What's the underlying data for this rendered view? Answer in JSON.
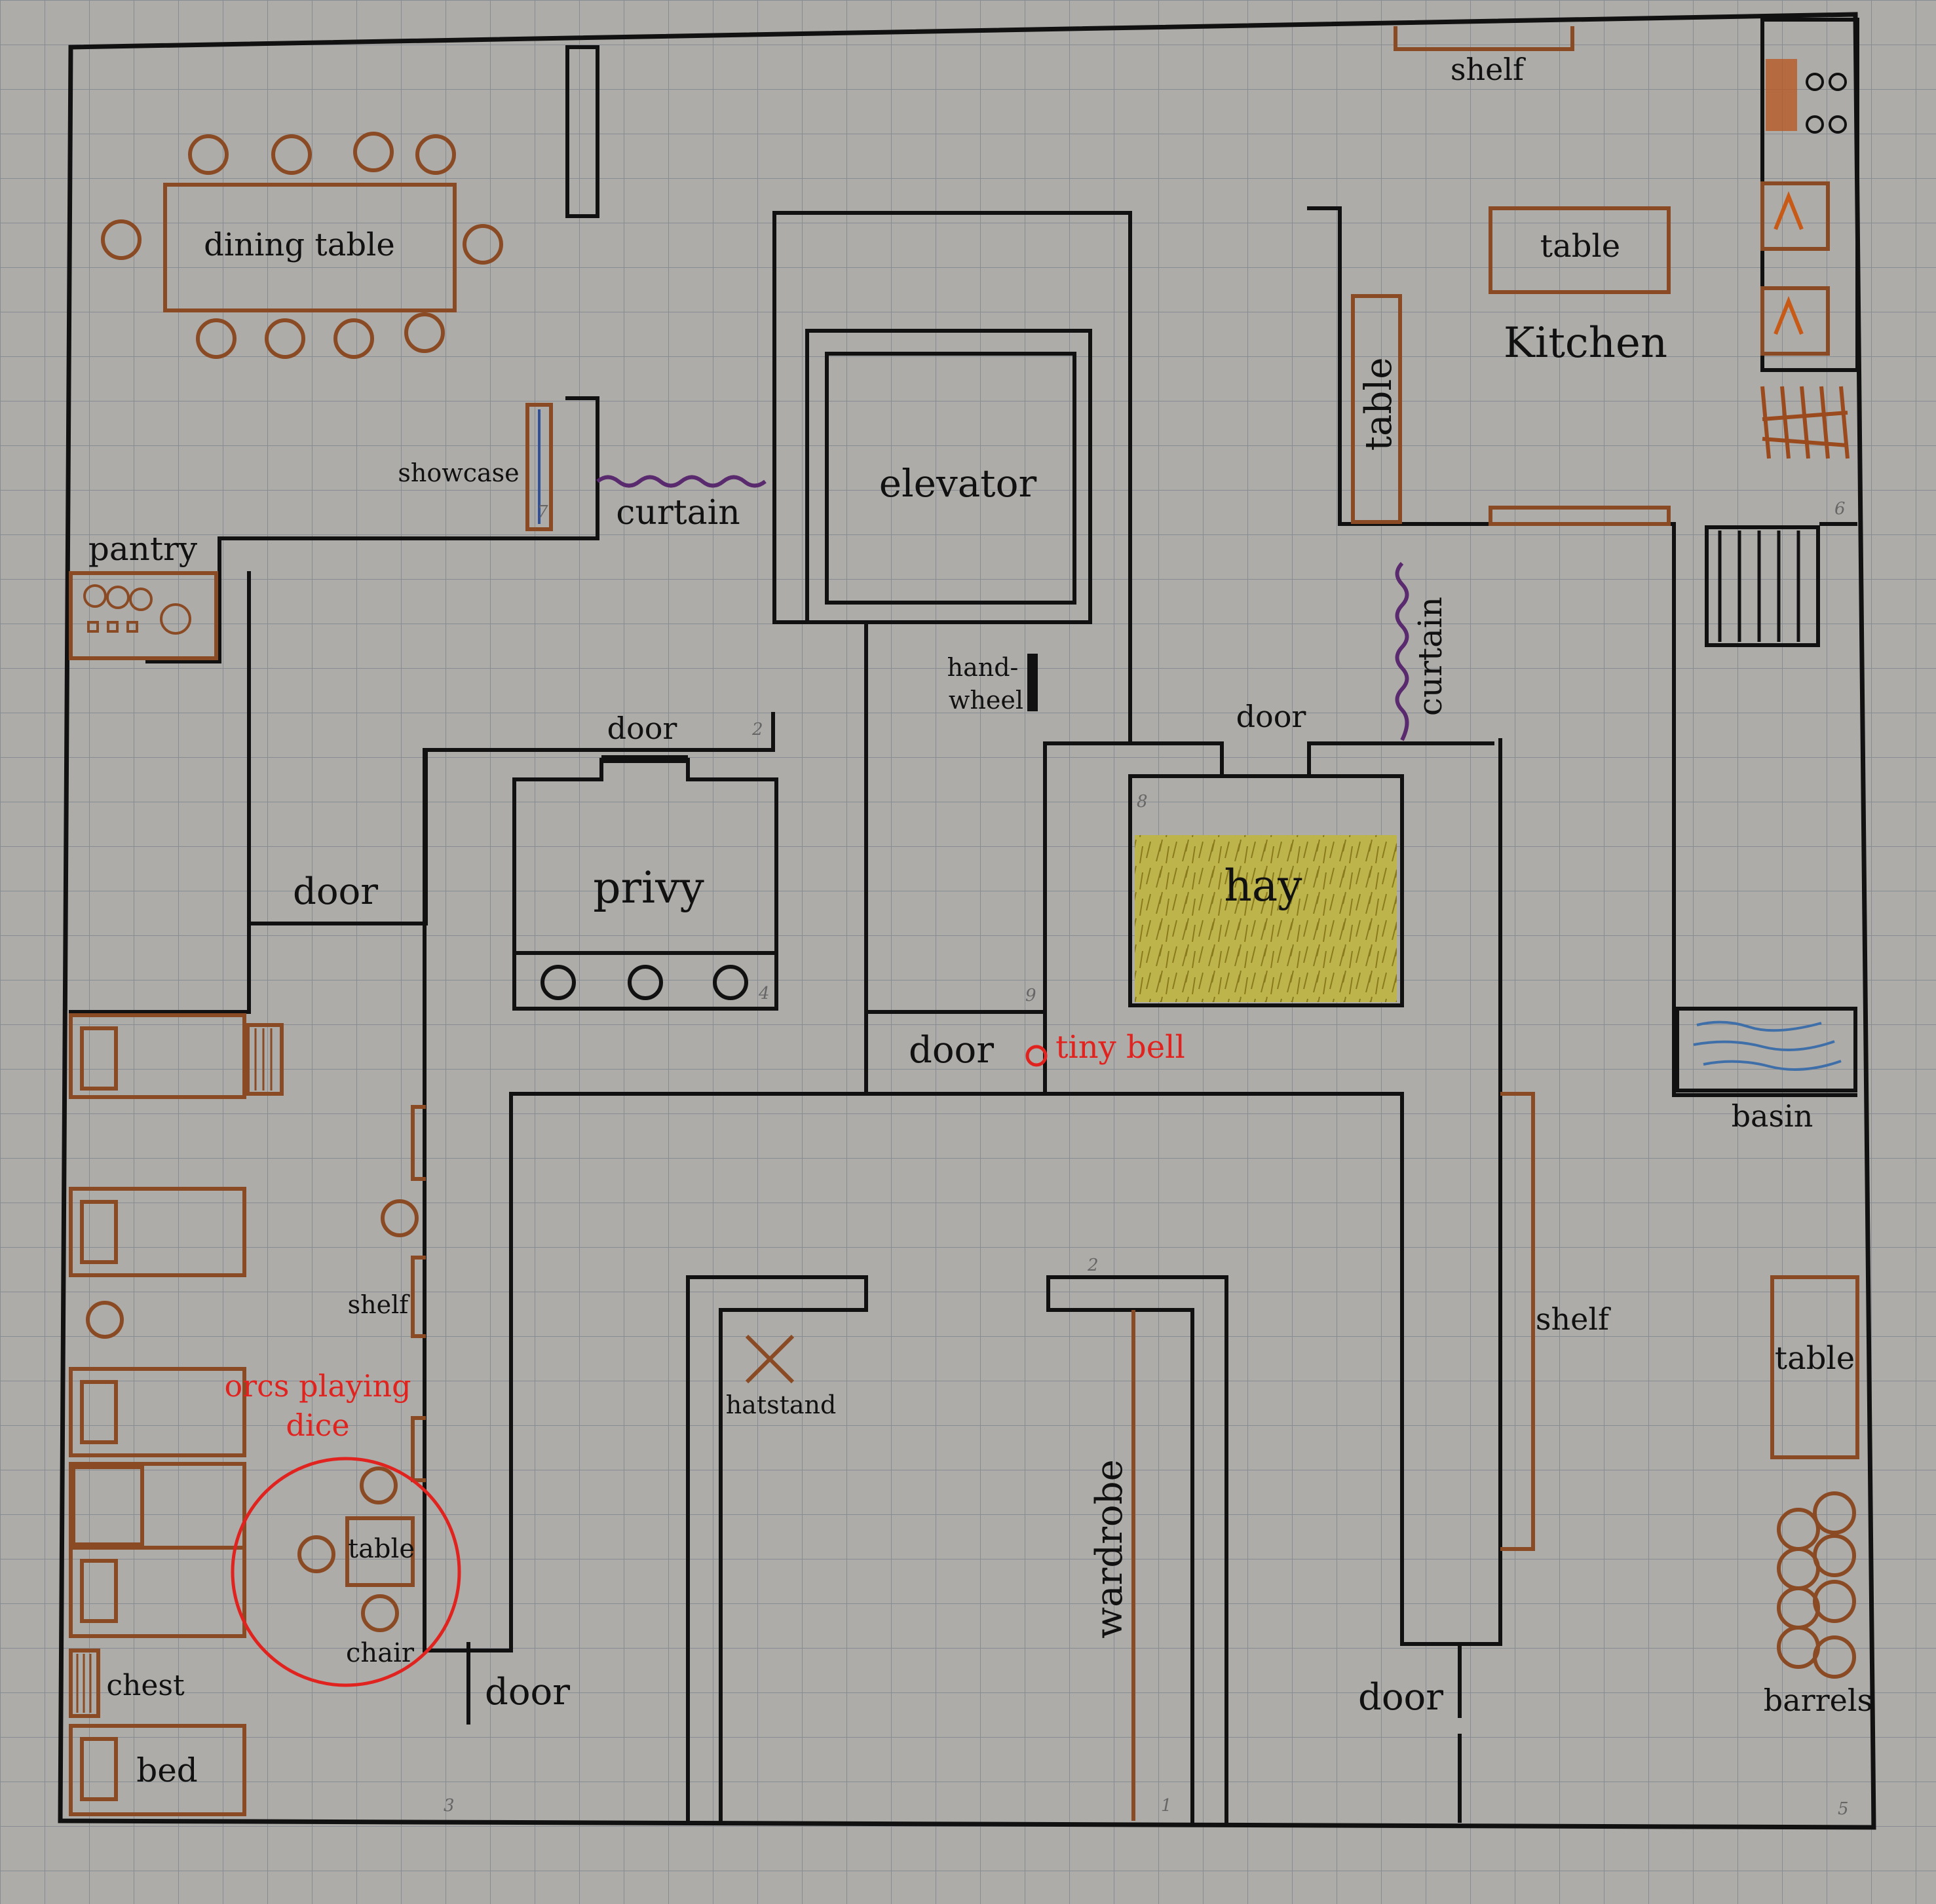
{
  "labels": {
    "shelf_top": "shelf",
    "dining_table": "dining table",
    "table_kitchen": "table",
    "kitchen": "Kitchen",
    "table_vertical": "table",
    "showcase": "showcase",
    "curtain_left": "curtain",
    "elevator": "elevator",
    "pantry": "pantry",
    "curtain_right": "curtain",
    "hand_wheel_1": "hand-",
    "hand_wheel_2": "wheel",
    "door_privy": "door",
    "door_hay": "door",
    "door_left": "door",
    "privy": "privy",
    "hay": "hay",
    "door_center": "door",
    "tiny_bell": "tiny bell",
    "basin": "basin",
    "shelf_left": "shelf",
    "shelf_right": "shelf",
    "hatstand": "hatstand",
    "table_right": "table",
    "orcs_1": "orcs playing",
    "orcs_2": "dice",
    "wardrobe": "wardrobe",
    "table_orcs": "table",
    "chair": "chair",
    "chest": "chest",
    "door_bottom_left": "door",
    "door_bottom_right": "door",
    "barrels": "barrels",
    "bed": "bed"
  },
  "room_numbers": {
    "n1": "1",
    "n2a": "2",
    "n2b": "2",
    "n3": "3",
    "n4": "4",
    "n5": "5",
    "n6": "6",
    "n7": "7",
    "n8": "8",
    "n9": "9"
  },
  "colors": {
    "paper": "#a9a7a3",
    "grid": "#8a8f96",
    "wall": "#111111",
    "furniture": "#8a4a24",
    "annotation": "#e0231f",
    "curtain": "#5a2a6e",
    "hay_fill": "#b9b04a",
    "basin_water": "#3f6fa8"
  },
  "icons": [
    "chair-icon",
    "stove-icon",
    "firewood-icon",
    "hatstand-icon",
    "barrel-icon",
    "basin-icon",
    "toilet-seat-icon",
    "bell-icon"
  ]
}
